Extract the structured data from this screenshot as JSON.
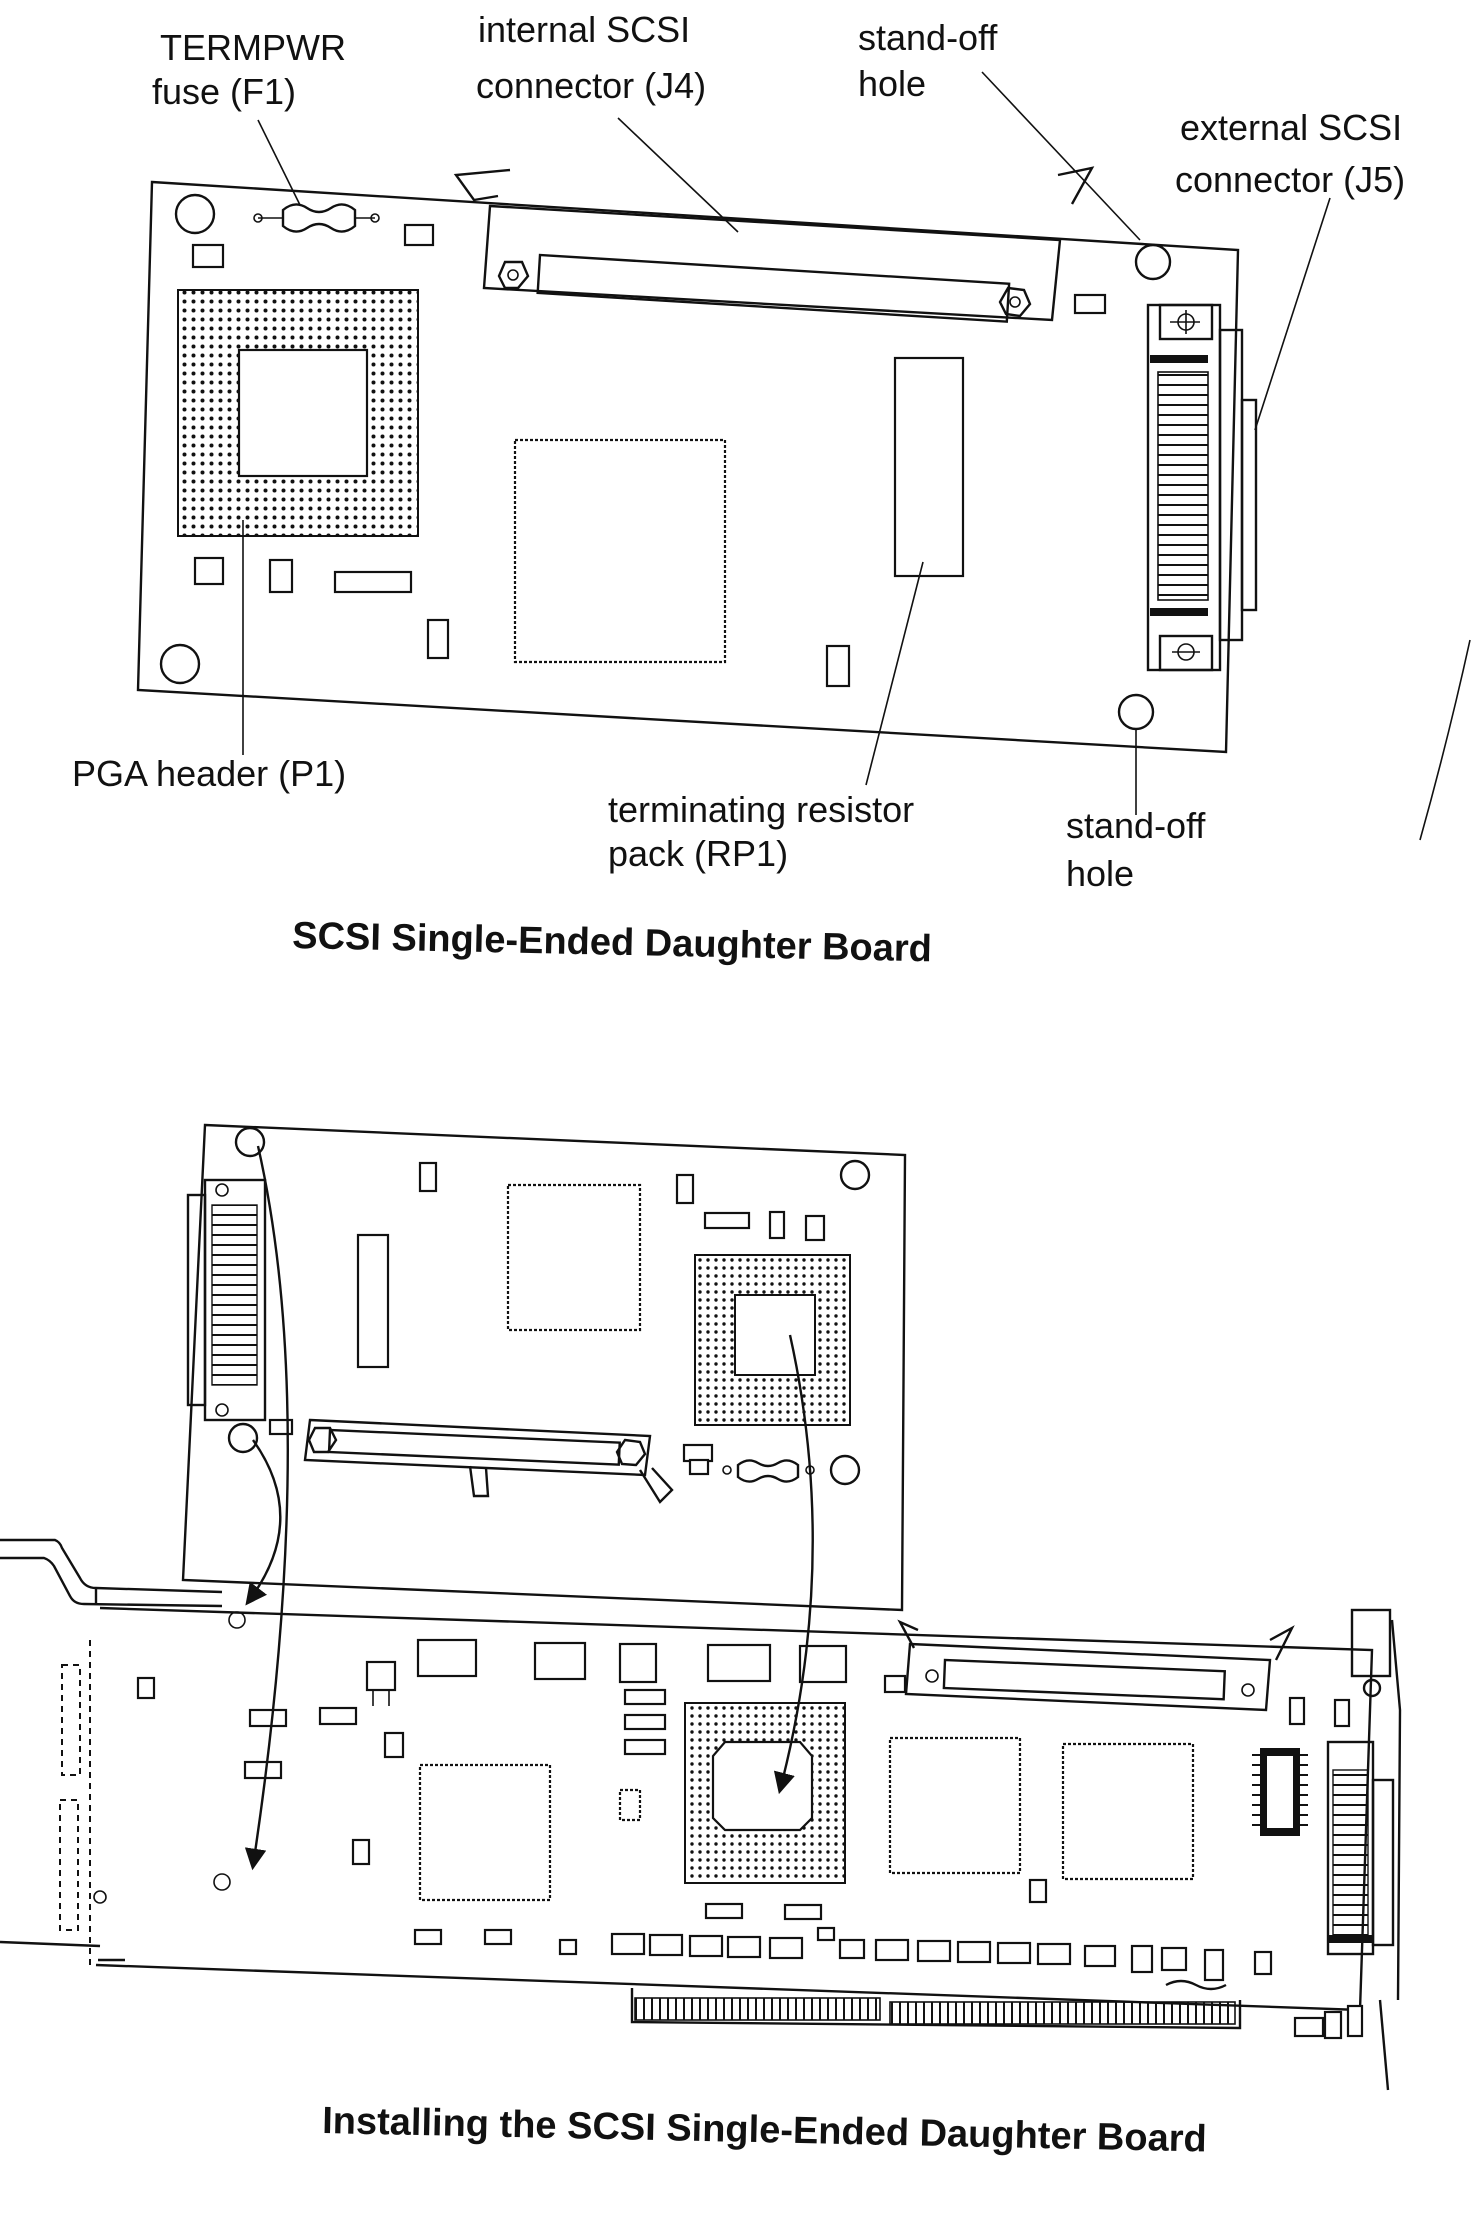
{
  "figure1": {
    "labels": {
      "termpwr_line1": "TERMPWR",
      "termpwr_line2": "fuse (F1)",
      "internal_line1": "internal SCSI",
      "internal_line2": "connector (J4)",
      "standoff_top_line1": "stand-off",
      "standoff_top_line2": "hole",
      "external_line1": "external SCSI",
      "external_line2": "connector (J5)",
      "pga": "PGA header (P1)",
      "resistor_line1": "terminating resistor",
      "resistor_line2": "pack (RP1)",
      "standoff_bottom_line1": "stand-off",
      "standoff_bottom_line2": "hole"
    },
    "caption": "SCSI Single-Ended Daughter Board"
  },
  "figure2": {
    "caption": "Installing the SCSI Single-Ended Daughter Board"
  }
}
